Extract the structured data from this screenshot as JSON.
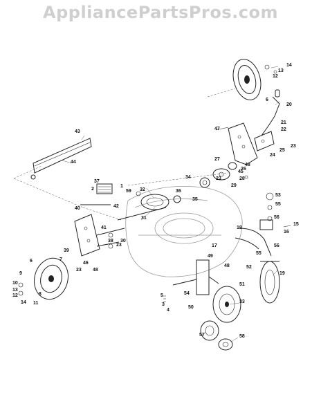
{
  "watermark": "AppliancePartsPros.com",
  "diagram": {
    "callouts": [
      "1",
      "2",
      "3",
      "4",
      "5",
      "6",
      "6",
      "7",
      "8",
      "9",
      "10",
      "11",
      "12",
      "12",
      "13",
      "13",
      "14",
      "14",
      "15",
      "16",
      "17",
      "18",
      "19",
      "20",
      "21",
      "22",
      "23",
      "23",
      "23",
      "23",
      "24",
      "25",
      "26",
      "27",
      "28",
      "29",
      "30",
      "31",
      "32",
      "33",
      "34",
      "35",
      "36",
      "37",
      "38",
      "39",
      "40",
      "41",
      "42",
      "43",
      "44",
      "45",
      "46",
      "47",
      "48",
      "48",
      "48",
      "49",
      "50",
      "51",
      "52",
      "53",
      "54",
      "55",
      "55",
      "56",
      "56",
      "57",
      "58",
      "59"
    ]
  }
}
